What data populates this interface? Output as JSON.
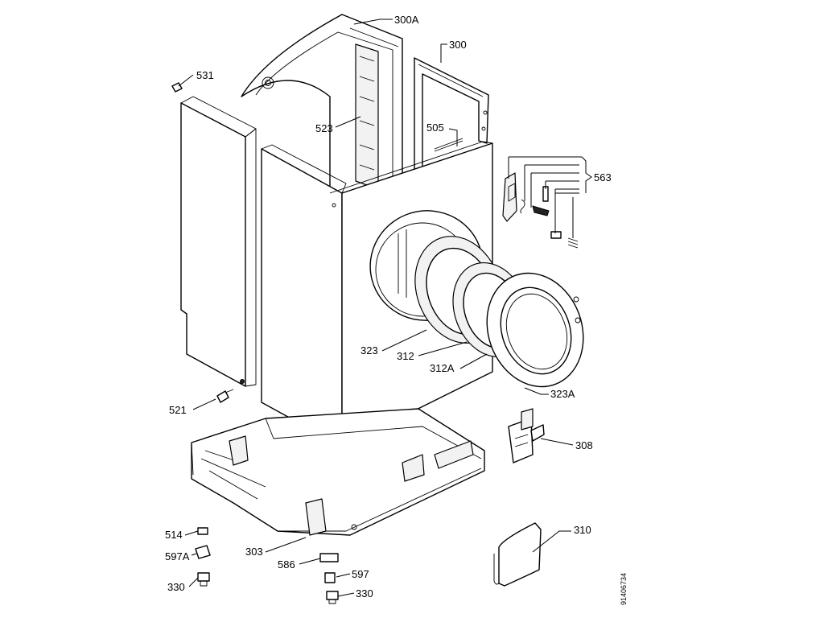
{
  "diagram": {
    "doc_number": "91406734",
    "callouts": [
      {
        "id": "c-300a",
        "text": "300A"
      },
      {
        "id": "c-300",
        "text": "300"
      },
      {
        "id": "c-531",
        "text": "531"
      },
      {
        "id": "c-523",
        "text": "523"
      },
      {
        "id": "c-505",
        "text": "505"
      },
      {
        "id": "c-563",
        "text": "563"
      },
      {
        "id": "c-323",
        "text": "323"
      },
      {
        "id": "c-312",
        "text": "312"
      },
      {
        "id": "c-312a",
        "text": "312A"
      },
      {
        "id": "c-323a",
        "text": "323A"
      },
      {
        "id": "c-521",
        "text": "521"
      },
      {
        "id": "c-308",
        "text": "308"
      },
      {
        "id": "c-310",
        "text": "310"
      },
      {
        "id": "c-514",
        "text": "514"
      },
      {
        "id": "c-597a",
        "text": "597A"
      },
      {
        "id": "c-303",
        "text": "303"
      },
      {
        "id": "c-586",
        "text": "586"
      },
      {
        "id": "c-597",
        "text": "597"
      },
      {
        "id": "c-330l",
        "text": "330"
      },
      {
        "id": "c-330r",
        "text": "330"
      }
    ]
  }
}
